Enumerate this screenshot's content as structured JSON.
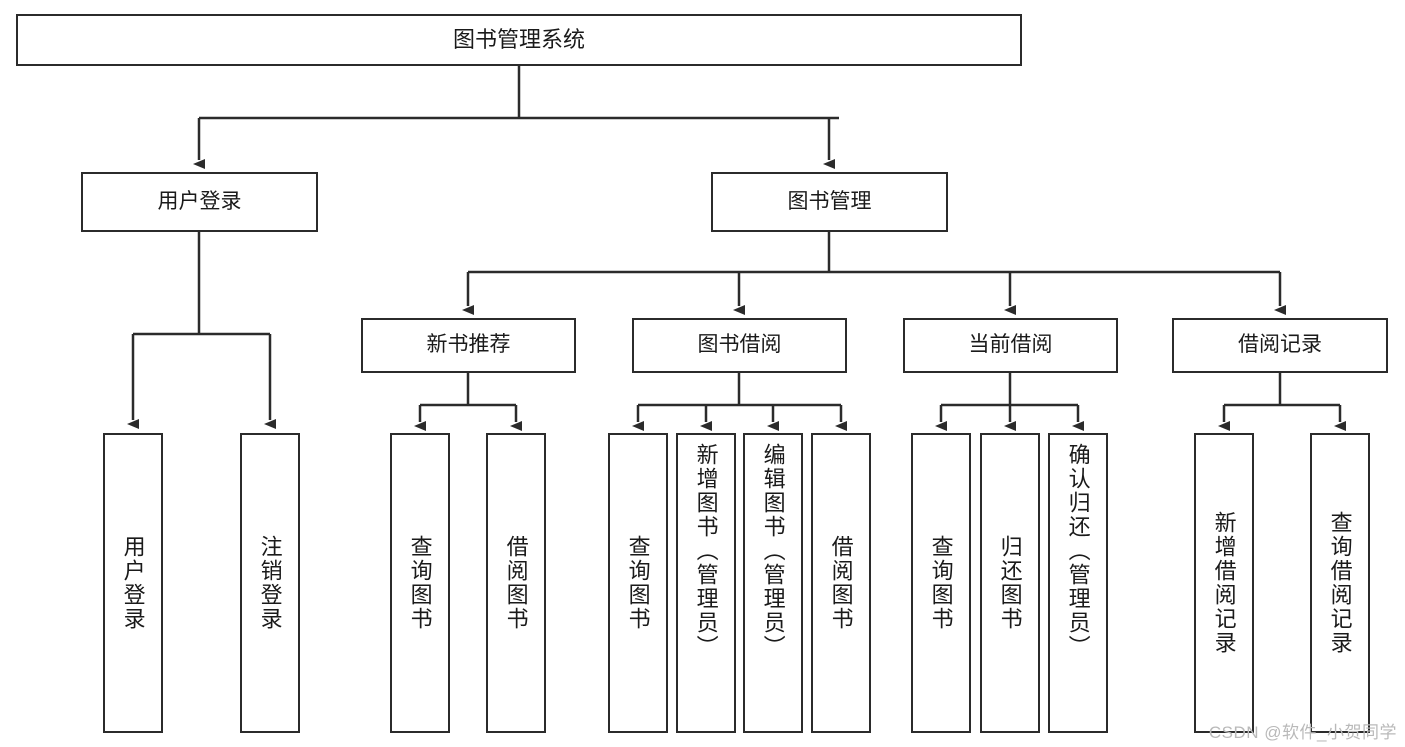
{
  "diagram": {
    "title": "图书管理系统",
    "type": "tree-hierarchy-chart",
    "watermark": "CSDN @软件_小贺同学",
    "colors": {
      "border": "#2b2b2b",
      "background": "#ffffff",
      "text": "#1a1a1a",
      "watermark": "#b9b9b9"
    },
    "nodes": {
      "root": {
        "label": "图书管理系统"
      },
      "level2": [
        {
          "id": "user-login",
          "label": "用户登录"
        },
        {
          "id": "book-manage",
          "label": "图书管理"
        }
      ],
      "level3": [
        {
          "id": "new-book-recommend",
          "label": "新书推荐"
        },
        {
          "id": "book-borrow",
          "label": "图书借阅"
        },
        {
          "id": "current-borrow",
          "label": "当前借阅"
        },
        {
          "id": "borrow-record",
          "label": "借阅记录"
        }
      ],
      "leaves": {
        "user-login": [
          {
            "id": "leaf-user-login",
            "label": "用户登录"
          },
          {
            "id": "leaf-user-logout",
            "label": "注销登录"
          }
        ],
        "new-book-recommend": [
          {
            "id": "leaf-query-book-1",
            "label": "查询图书"
          },
          {
            "id": "leaf-borrow-book-1",
            "label": "借阅图书"
          }
        ],
        "book-borrow": [
          {
            "id": "leaf-query-book-2",
            "label": "查询图书"
          },
          {
            "id": "leaf-add-book",
            "label": "新增图书（管理员）"
          },
          {
            "id": "leaf-edit-book",
            "label": "编辑图书（管理员）"
          },
          {
            "id": "leaf-borrow-book-2",
            "label": "借阅图书"
          }
        ],
        "current-borrow": [
          {
            "id": "leaf-query-book-3",
            "label": "查询图书"
          },
          {
            "id": "leaf-return-book",
            "label": "归还图书"
          },
          {
            "id": "leaf-confirm-return",
            "label": "确认归还（管理员）"
          }
        ],
        "borrow-record": [
          {
            "id": "leaf-add-record",
            "label": "新增借阅记录"
          },
          {
            "id": "leaf-query-record",
            "label": "查询借阅记录"
          }
        ]
      }
    }
  }
}
